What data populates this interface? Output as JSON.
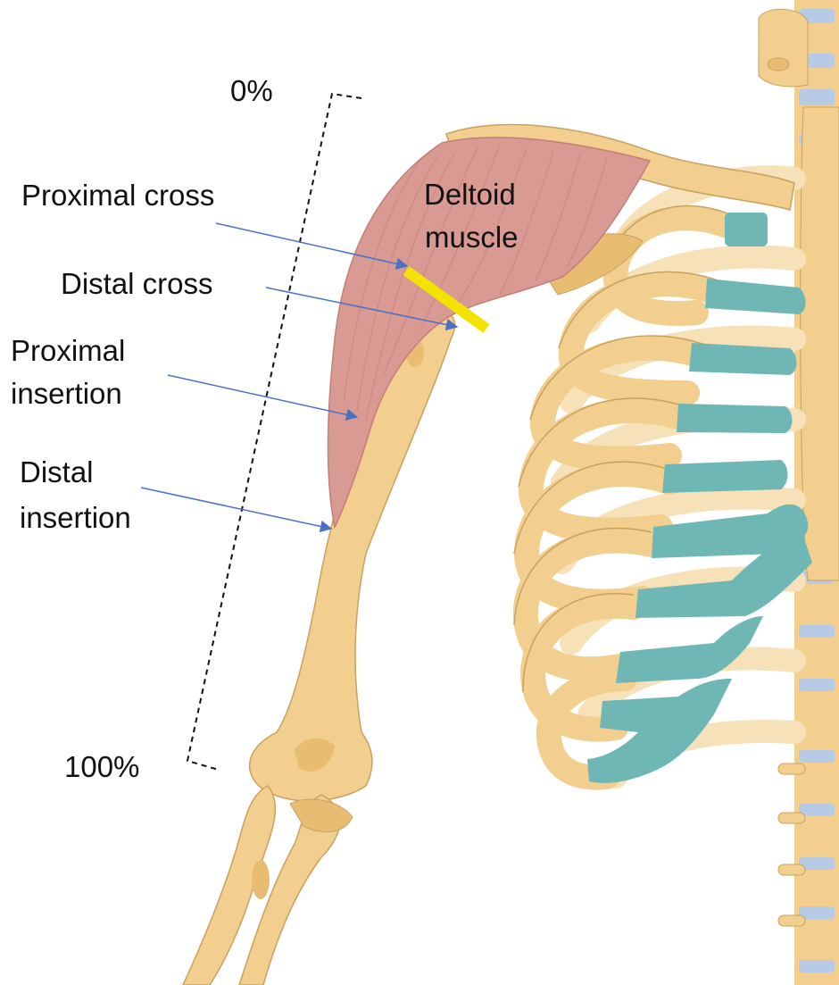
{
  "scale": {
    "top_label": "0%",
    "bottom_label": "100%"
  },
  "labels": {
    "proximal_cross": "Proximal cross",
    "distal_cross": "Distal cross",
    "proximal_insertion_line1": "Proximal",
    "proximal_insertion_line2": "insertion",
    "distal_insertion_line1": "Distal",
    "distal_insertion_line2": "insertion",
    "deltoid_line1": "Deltoid",
    "deltoid_line2": "muscle"
  },
  "colors": {
    "bone": "#f2cf8e",
    "bone_shade": "#e8bd72",
    "bone_outline": "#c9a060",
    "rib_back": "#f6e1b8",
    "cartilage": "#6fb7b4",
    "disc": "#b7cbe6",
    "muscle": "#d99a94",
    "muscle_line": "#c57d78",
    "arrow": "#4a72c4",
    "cross_marker": "#f2e400",
    "scale_line": "#111111"
  }
}
